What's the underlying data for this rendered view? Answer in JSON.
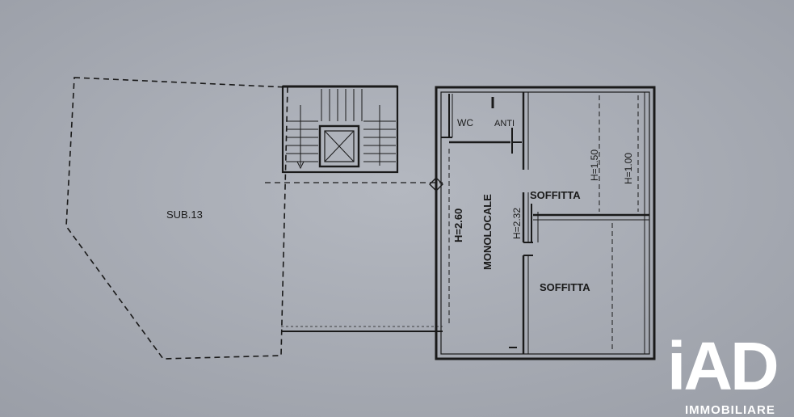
{
  "plan": {
    "sub_label": "SUB.13",
    "wc_label": "WC",
    "anti_label": "ANTI",
    "monolocale_label": "MONOLOCALE",
    "h260_label": "H=2.60",
    "h232_label": "H=2.32",
    "h150_label": "H=1.50",
    "h100_label": "H=1.00",
    "soffitta_upper_label": "SOFFITTA",
    "soffitta_lower_label": "SOFFITTA"
  },
  "logo": {
    "brand": "iAD",
    "tagline": "IMMOBILIARE"
  },
  "colors": {
    "paper": "#a8acb4",
    "ink": "#1a1a1a",
    "logo": "#ffffff"
  }
}
